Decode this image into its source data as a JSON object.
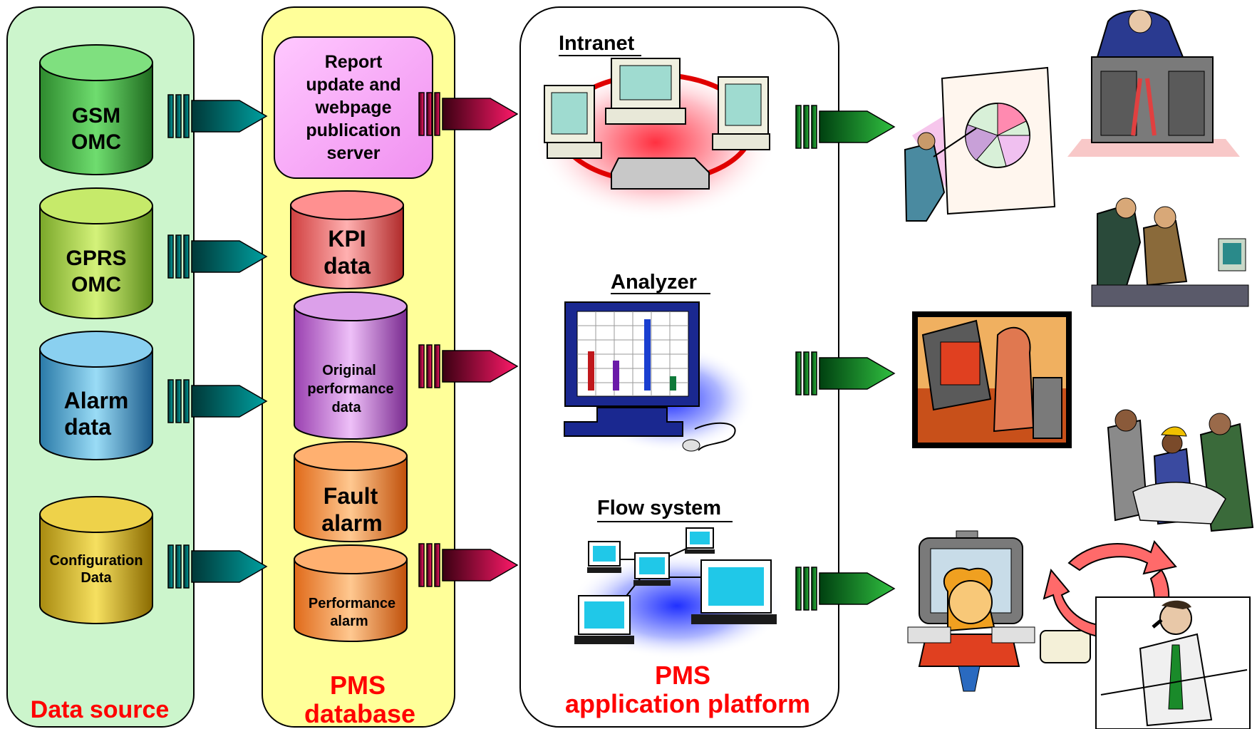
{
  "columns": {
    "data_source": {
      "title": "Data source"
    },
    "pms_database": {
      "title_line1": "PMS",
      "title_line2": "database"
    },
    "platform": {
      "title_line1": "PMS",
      "title_line2": "application platform"
    }
  },
  "sources": [
    {
      "line1": "GSM",
      "line2": "OMC",
      "color": "green"
    },
    {
      "line1": "GPRS",
      "line2": "OMC",
      "color": "lime"
    },
    {
      "line1": "Alarm",
      "line2": "data",
      "color": "blue"
    },
    {
      "line1": "Configuration",
      "line2": "Data",
      "color": "gold"
    }
  ],
  "database": {
    "report_server": [
      "Report",
      "update and",
      "webpage",
      "publication",
      "server"
    ],
    "kpi": {
      "line1": "KPI",
      "line2": "data"
    },
    "original_performance": {
      "line1": "Original",
      "line2": "performance",
      "line3": "data"
    },
    "fault_alarm": {
      "line1": "Fault",
      "line2": "alarm"
    },
    "performance_alarm": {
      "line1": "Performance",
      "line2": "alarm"
    }
  },
  "applications": {
    "intranet": "Intranet",
    "analyzer": "Analyzer",
    "flow_system": "Flow system"
  },
  "analyzer_bars": [
    {
      "value": 0.55,
      "color": "#c0181c"
    },
    {
      "value": 0.42,
      "color": "#6a1aa8"
    },
    {
      "value": 1.0,
      "color": "#1a3fd0"
    },
    {
      "value": 0.2,
      "color": "#0f7a3a"
    }
  ],
  "colors": {
    "source_panel": "#ccf5cc",
    "database_panel": "#ffff99",
    "label_red": "#ff0000",
    "arrow_teal": "#008080",
    "arrow_crimson": "#cc0044",
    "arrow_green": "#1aa032"
  },
  "icons": [
    "presentation-icon",
    "executive-desk-icon",
    "office-workers-icon",
    "computer-user-icon",
    "team-meeting-icon",
    "operator-terminal-icon",
    "cycle-arrows-icon",
    "phone-businessman-icon"
  ]
}
